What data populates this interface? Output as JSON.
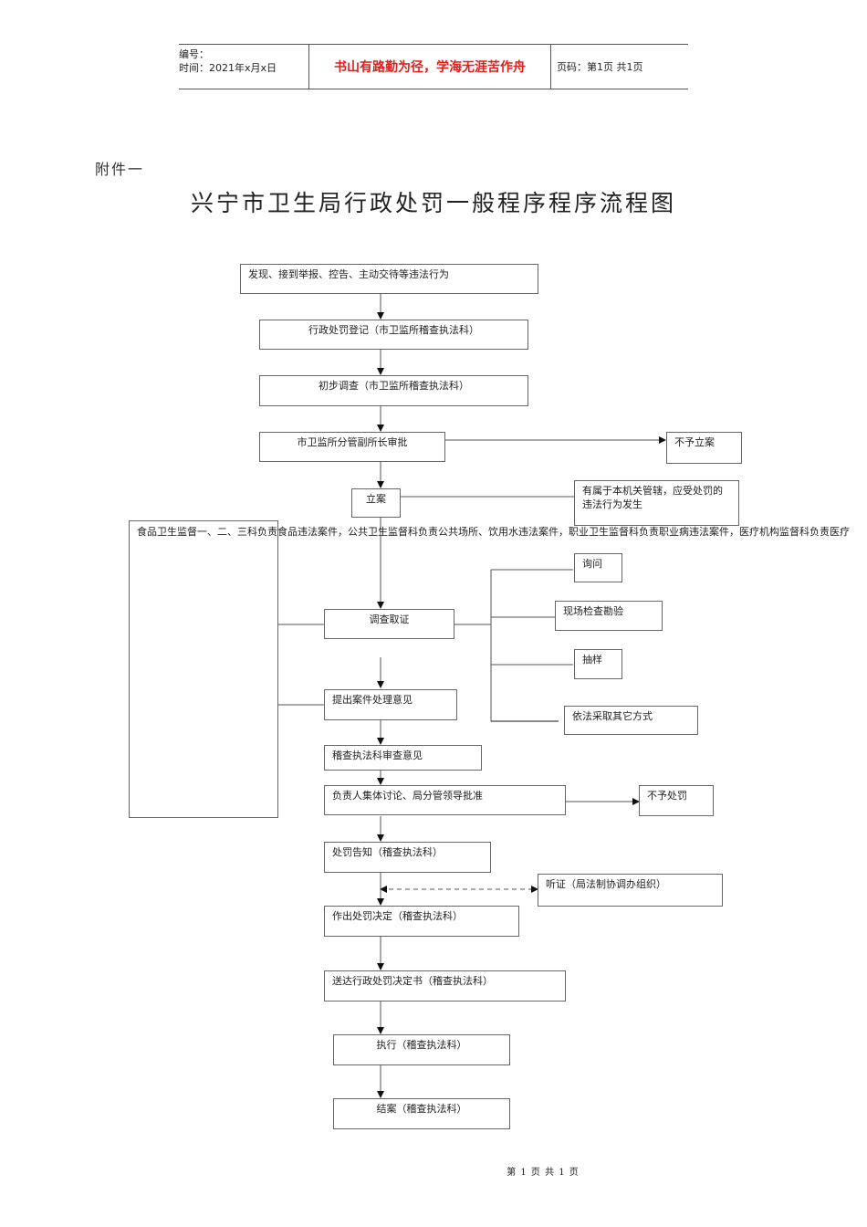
{
  "header": {
    "number_label": "编号：",
    "time_label": "时间：2021年x月x日",
    "motto": "书山有路勤为径，学海无涯苦作舟",
    "page_label": "页码：第1页  共1页"
  },
  "attachment": "附件一",
  "title": "兴宁市卫生局行政处罚一般程序程序流程图",
  "nodes": {
    "discover": "发现、接到举报、控告、主动交待等违法行为",
    "register": "行政处罚登记（市卫监所稽查执法科）",
    "preliminary": "初步调查（市卫监所稽查执法科）",
    "approval": "市卫监所分管副所长审批",
    "no_filing": "不予立案",
    "file_case": "立案",
    "condition_line1": "有属于本机关管辖，应受处罚的",
    "condition_line2": "违法行为发生",
    "investigate": "调查取证",
    "inquiry": "询问",
    "inspection": "现场检查勘验",
    "sampling": "抽样",
    "other_means": "依法采取其它方式",
    "proposal": "提出案件处理意见",
    "review": "稽查执法科审查意见",
    "discussion": "负责人集体讨论、局分管领导批准",
    "no_penalty": "不予处罚",
    "notice": "处罚告知（稽查执法科）",
    "hearing": "听证（局法制协调办组织）",
    "decision": "作出处罚决定（稽查执法科）",
    "delivery": "送达行政处罚决定书（稽查执法科）",
    "execute": "执行（稽查执法科）",
    "close": "结案（稽查执法科）"
  },
  "responsibility": "食品卫生监督一、二、三科负责食品违法案件，公共卫生监督科负责公共场所、饮用水违法案件，职业卫生监督科负责职业病违法案件，医疗机构监督科负责医疗",
  "footer": "第 1 页 共 1 页"
}
